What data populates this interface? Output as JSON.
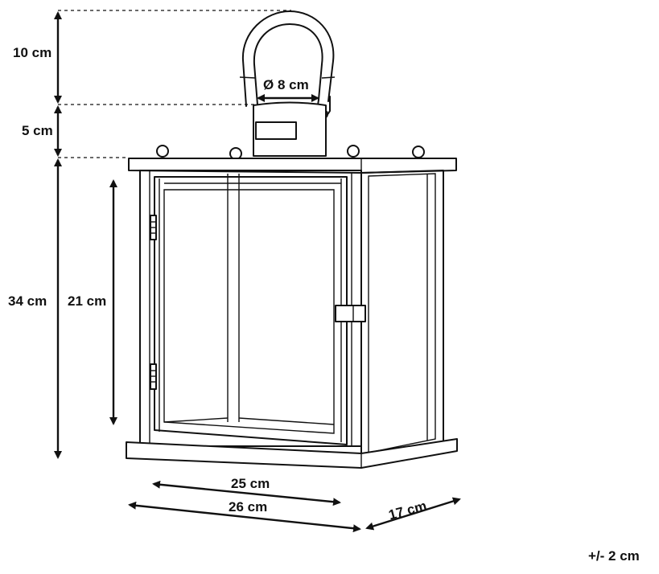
{
  "dimensions": {
    "handle_height": "10 cm",
    "cap_height": "5 cm",
    "body_height": "34 cm",
    "glass_height": "21 cm",
    "handle_diameter": "Ø 8 cm",
    "inner_width": "25 cm",
    "outer_width": "26 cm",
    "depth": "17 cm",
    "tolerance": "+/- 2 cm"
  },
  "colors": {
    "line": "#111111",
    "background": "#ffffff"
  }
}
